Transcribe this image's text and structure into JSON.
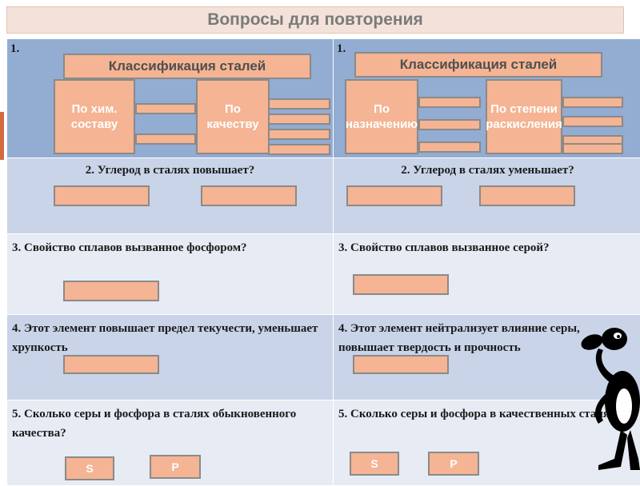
{
  "title": "Вопросы для повторения",
  "left": {
    "q1": {
      "num": "1.",
      "header": "Классификация сталей",
      "branch_a": "По хим. составу",
      "branch_b": "По качеству"
    },
    "q2": "2. Углерод в сталях повышает?",
    "q3": "3. Свойство сплавов вызванное фосфором?",
    "q4": "4. Этот элемент повышает предел текучести, уменьшает хрупкость",
    "q5": "5. Сколько серы и фосфора в сталях обыкновенного качества?",
    "s_label": "S",
    "p_label": "P"
  },
  "right": {
    "q1": {
      "num": "1.",
      "header": "Классификация сталей",
      "branch_a": "По назначению",
      "branch_b": "По степени раскисления"
    },
    "q2": "2. Углерод в сталях уменьшает?",
    "q3": "3. Свойство сплавов вызванное серой?",
    "q4": "4. Этот элемент нейтрализует влияние серы, повышает твердость и прочность",
    "q5": "5. Сколько серы и фосфора в качественных сталях?",
    "s_label": "S",
    "p_label": "P"
  },
  "colors": {
    "answer_box": "#f5b493",
    "row_dark": "#c9d4e8",
    "row_light": "#e6ebf4",
    "row_header": "#93acd2"
  }
}
